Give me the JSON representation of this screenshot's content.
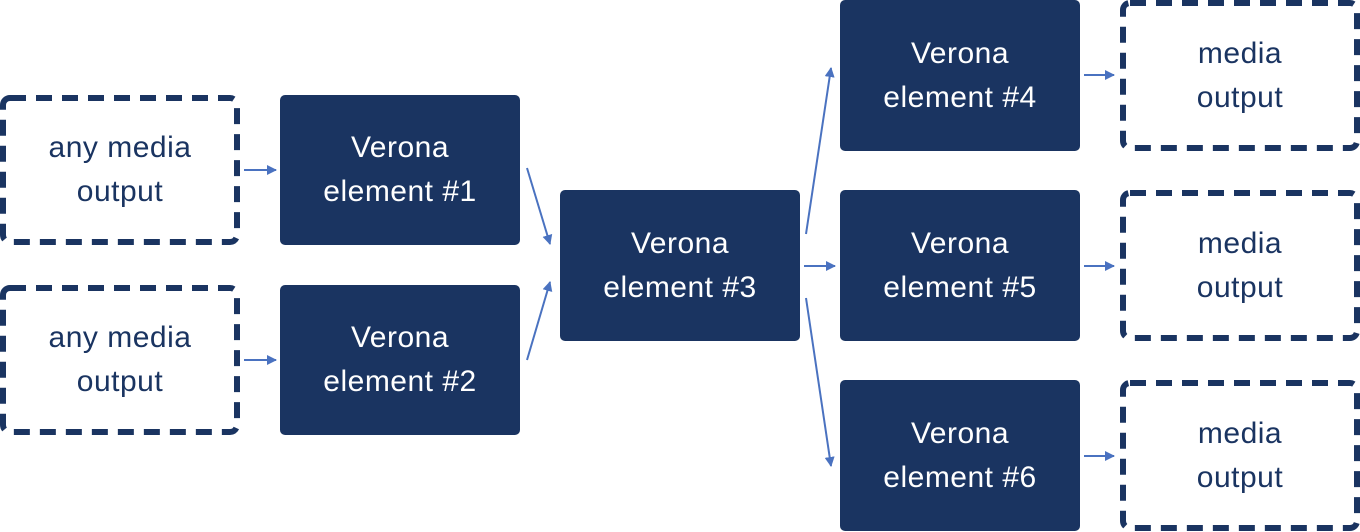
{
  "nodes": {
    "in1": {
      "line1": "any media",
      "line2": "output"
    },
    "in2": {
      "line1": "any media",
      "line2": "output"
    },
    "el1": {
      "line1": "Verona",
      "line2": "element #1"
    },
    "el2": {
      "line1": "Verona",
      "line2": "element #2"
    },
    "el3": {
      "line1": "Verona",
      "line2": "element #3"
    },
    "el4": {
      "line1": "Verona",
      "line2": "element #4"
    },
    "el5": {
      "line1": "Verona",
      "line2": "element #5"
    },
    "el6": {
      "line1": "Verona",
      "line2": "element #6"
    },
    "out4": {
      "line1": "media",
      "line2": "output"
    },
    "out5": {
      "line1": "media",
      "line2": "output"
    },
    "out6": {
      "line1": "media",
      "line2": "output"
    }
  },
  "edges": [
    [
      "in1",
      "el1"
    ],
    [
      "in2",
      "el2"
    ],
    [
      "el1",
      "el3"
    ],
    [
      "el2",
      "el3"
    ],
    [
      "el3",
      "el4"
    ],
    [
      "el3",
      "el5"
    ],
    [
      "el3",
      "el6"
    ],
    [
      "el4",
      "out4"
    ],
    [
      "el5",
      "out5"
    ],
    [
      "el6",
      "out6"
    ]
  ],
  "colors": {
    "node_fill": "#1a3461",
    "node_text": "#ffffff",
    "dashed_border": "#1a3461",
    "arrow": "#4a72c0"
  }
}
